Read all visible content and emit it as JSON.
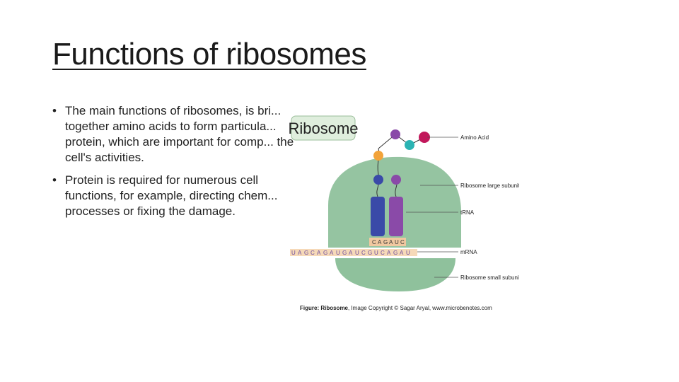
{
  "slide": {
    "title": "Functions of ribosomes",
    "bullets": [
      "The main functions of ribosomes, is bri... together amino acids to form particula... protein, which are important for comp... the cell's activities.",
      "Protein is required for numerous cell functions, for example, directing chem... processes or fixing the damage."
    ]
  },
  "figure": {
    "heading": "Ribosome",
    "labels": {
      "amino_acid": "Amino Acid",
      "large_subunit": "Ribosome large subunit",
      "trna": "tRNA",
      "mrna": "mRNA",
      "small_subunit": "Ribosome small subunit"
    },
    "codon_bases": [
      "C",
      "A",
      "G",
      "A",
      "U",
      "C"
    ],
    "mrna_bases": [
      "U",
      "A",
      "G",
      "C",
      "A",
      "G",
      "A",
      "U",
      "G",
      "A",
      "U",
      "C",
      "G",
      "U",
      "C",
      "A",
      "G",
      "A",
      "U"
    ],
    "caption_bold": "Figure: Ribosome",
    "caption_rest": ", Image Copyright © Sagar Aryal, www.microbenotes.com",
    "colors": {
      "subunit": "#8fc19c",
      "trna_blue": "#3a4aa8",
      "trna_purple": "#8a4aa8",
      "label_box": "#dfeedd"
    }
  }
}
